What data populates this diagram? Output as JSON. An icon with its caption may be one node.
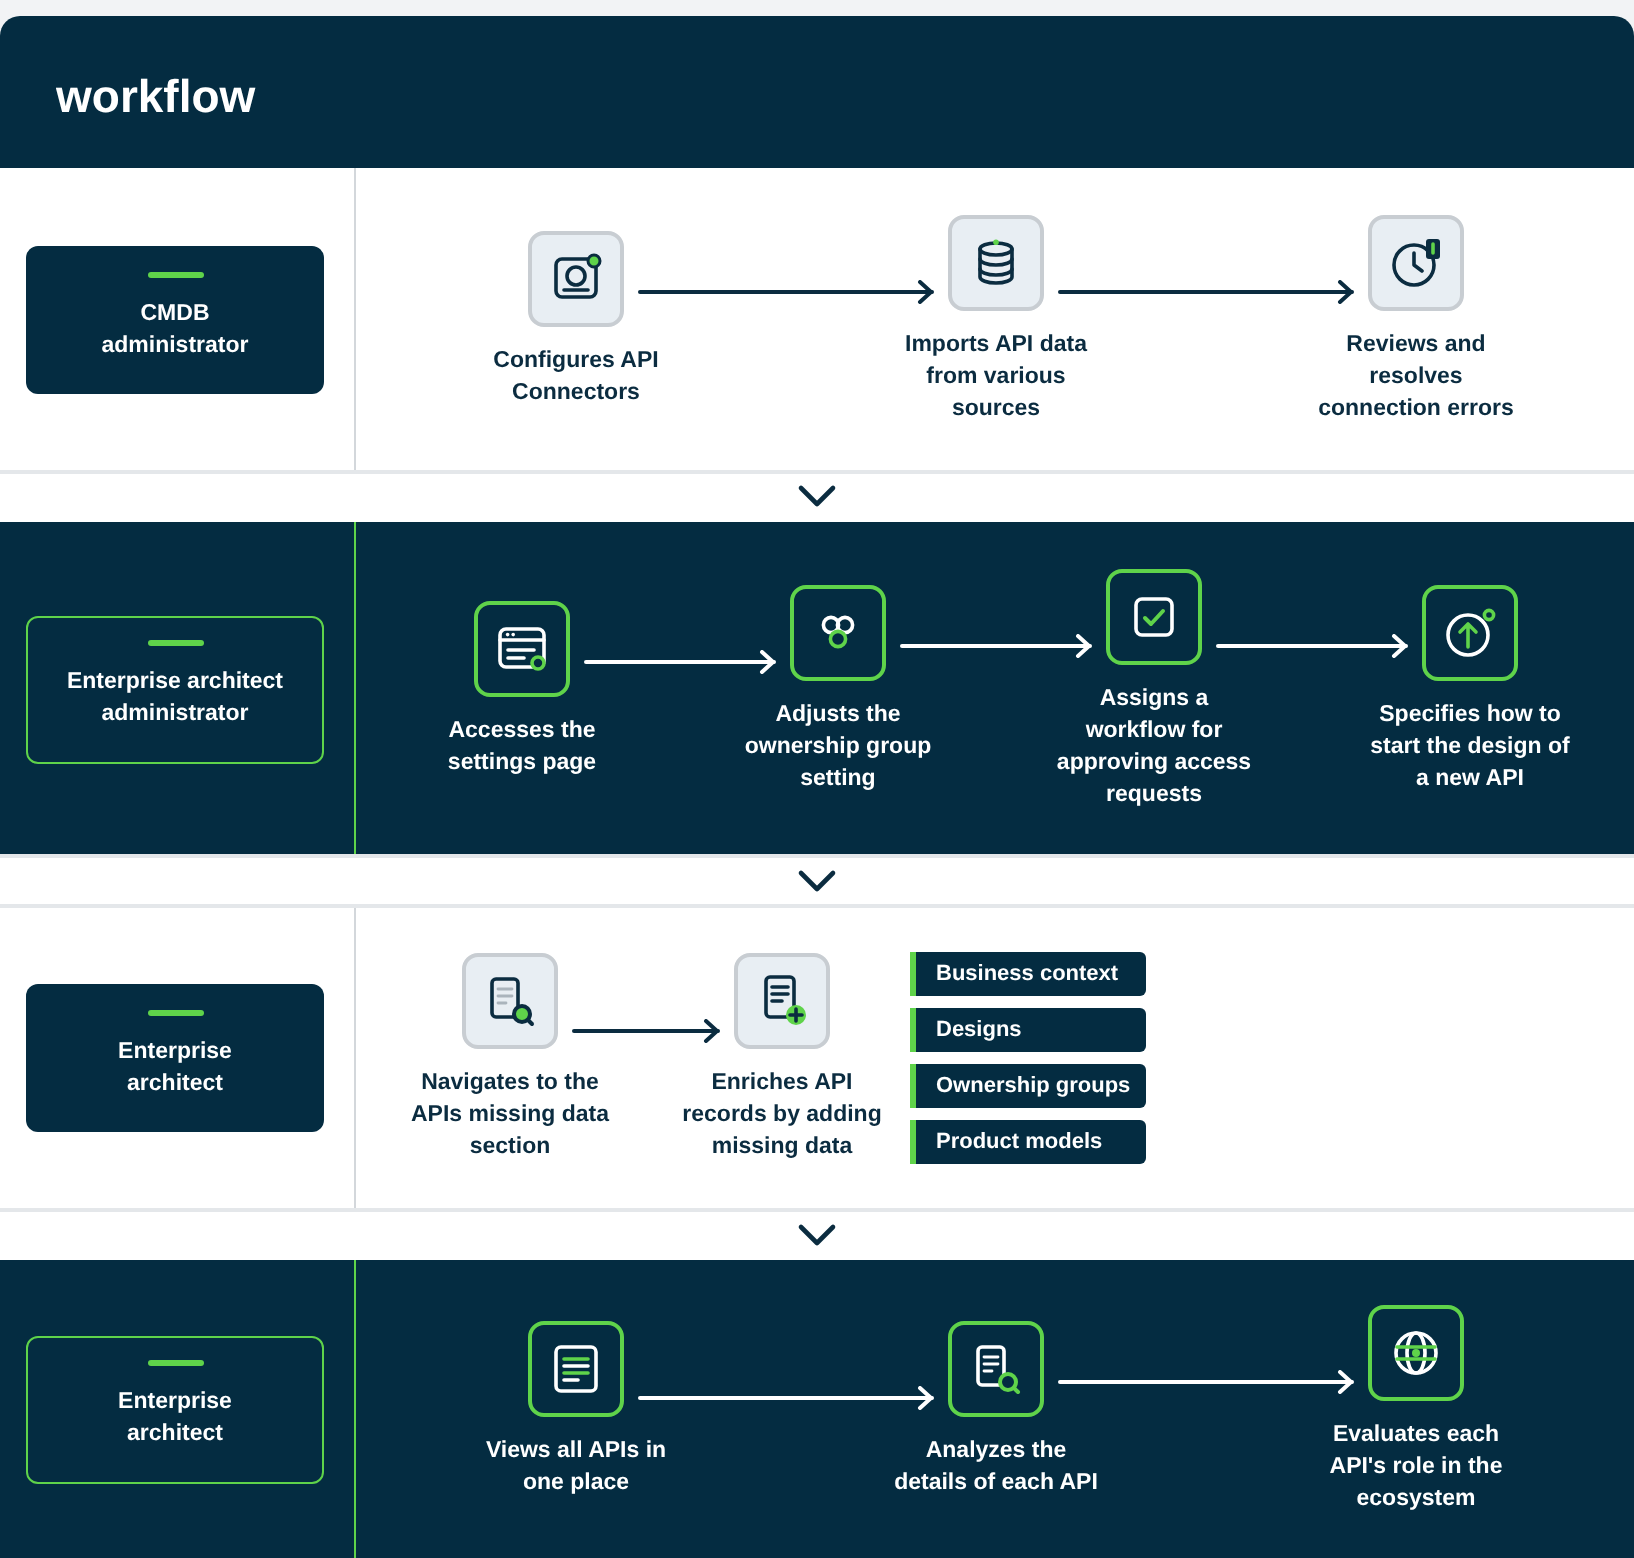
{
  "diagram": {
    "title": "workflow",
    "nodes": [
      {
        "text": [],
        "shape": "band"
      },
      {
        "text": [
          "CMDB administrator"
        ],
        "in": 0
      },
      {
        "text": [
          "Configures API Connectors"
        ],
        "in": 0
      },
      {
        "text": [
          "Imports API data from various sources"
        ],
        "in": 0
      },
      {
        "text": [
          "Reviews and resolves connection errors"
        ],
        "in": 0
      },
      {
        "text": [],
        "shape": "band"
      },
      {
        "text": [
          "Enterprise architect administrator"
        ],
        "in": 5
      },
      {
        "text": [
          "Accesses the settings page"
        ],
        "in": 5
      },
      {
        "text": [
          "Adjusts the ownership group setting"
        ],
        "in": 5
      },
      {
        "text": [
          "Assigns a workflow for approving access requests"
        ],
        "in": 5
      },
      {
        "text": [
          "Specifies how to start the design of a new API"
        ],
        "in": 5
      },
      {
        "text": [],
        "shape": "band"
      },
      {
        "text": [
          "Enterprise architect"
        ],
        "in": 11
      },
      {
        "text": [
          "Navigates to the APIs missing data section"
        ],
        "in": 11
      },
      {
        "text": [
          "Enriches API records by adding missing data"
        ],
        "in": 11
      },
      {
        "text": [
          "Business context"
        ],
        "in": 11
      },
      {
        "text": [
          "Designs"
        ],
        "in": 11
      },
      {
        "text": [
          "Ownership groups"
        ],
        "in": 11
      },
      {
        "text": [
          "Product models"
        ],
        "in": 11
      },
      {
        "text": [],
        "shape": "band"
      },
      {
        "text": [
          "Enterprise architect"
        ],
        "in": 19
      },
      {
        "text": [
          "Views all APIs in one place"
        ],
        "in": 19
      },
      {
        "text": [
          "Analyzes the details of each API"
        ],
        "in": 19
      },
      {
        "text": [
          "Evaluates each API's role in the ecosystem"
        ],
        "in": 19
      }
    ],
    "edges": [
      {
        "from": 2,
        "to": 3,
        "arrow": "to"
      },
      {
        "from": 3,
        "to": 4,
        "arrow": "to"
      },
      {
        "from": 0,
        "to": 5,
        "arrow": "to"
      },
      {
        "from": 7,
        "to": 8,
        "arrow": "to",
        "color": "#ffffff"
      },
      {
        "from": 8,
        "to": 9,
        "arrow": "to",
        "color": "#ffffff"
      },
      {
        "from": 9,
        "to": 10,
        "arrow": "to",
        "color": "#ffffff"
      },
      {
        "from": 5,
        "to": 11,
        "arrow": "to"
      },
      {
        "from": 13,
        "to": 14,
        "arrow": "to"
      },
      {
        "from": 11,
        "to": 19,
        "arrow": "to"
      },
      {
        "from": 21,
        "to": 22,
        "arrow": "to",
        "color": "#ffffff"
      },
      {
        "from": 22,
        "to": 23,
        "arrow": "to",
        "color": "#ffffff"
      }
    ]
  }
}
